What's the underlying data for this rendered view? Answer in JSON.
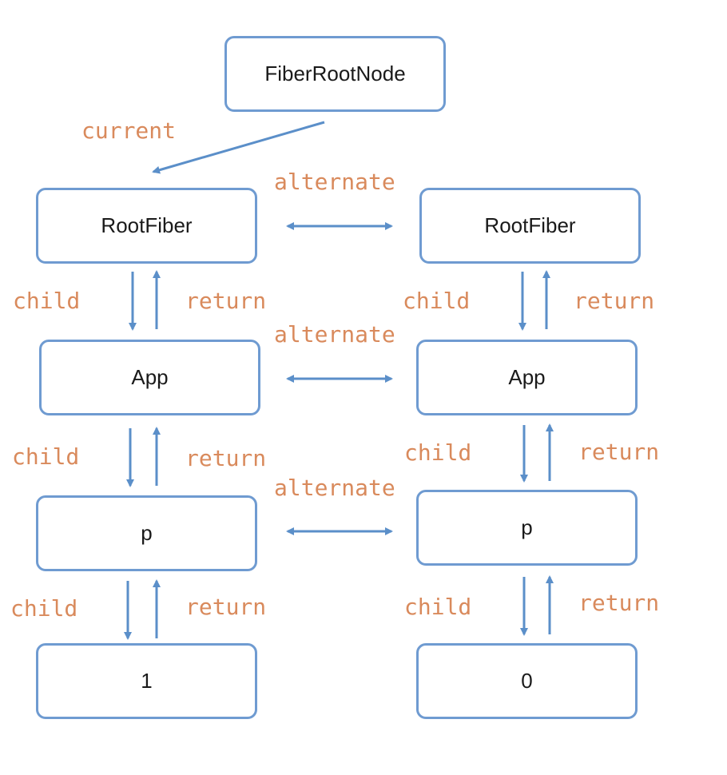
{
  "nodes": {
    "root_node": "FiberRootNode",
    "current_root_fiber": "RootFiber",
    "current_app": "App",
    "current_p": "p",
    "current_text": "1",
    "wip_root_fiber": "RootFiber",
    "wip_app": "App",
    "wip_p": "p",
    "wip_text": "0"
  },
  "labels": {
    "current": "current",
    "alternate": "alternate",
    "child": "child",
    "return": "return"
  },
  "colors": {
    "node_border": "#6f9bd1",
    "arrow": "#5b8fc9",
    "label": "#d98a5c"
  }
}
